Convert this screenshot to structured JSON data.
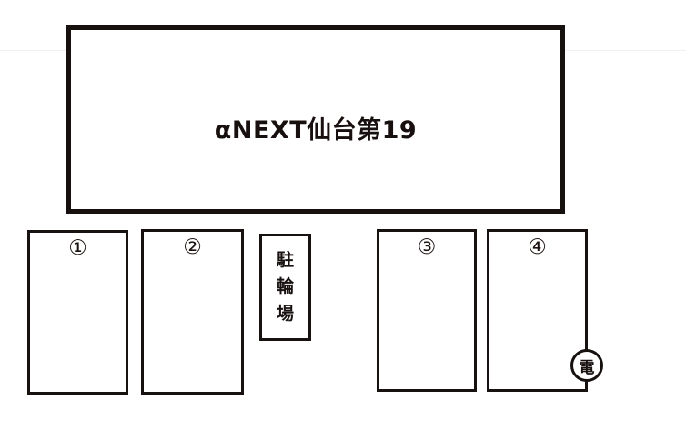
{
  "map": {
    "background_color": "#ffffff",
    "line_color": "#17120f"
  },
  "building": {
    "name": "building-outline",
    "label": "αNEXT仙台第19"
  },
  "stalls": [
    {
      "id": "1",
      "label": "①"
    },
    {
      "id": "2",
      "label": "②"
    },
    {
      "id": "3",
      "label": "③"
    },
    {
      "id": "4",
      "label": "④"
    }
  ],
  "bicycle_parking": {
    "label": "駐輪場",
    "chars": [
      "駐",
      "輪",
      "場"
    ]
  },
  "markers": {
    "electric": {
      "label": "電",
      "attached_to_stall": "4"
    }
  }
}
